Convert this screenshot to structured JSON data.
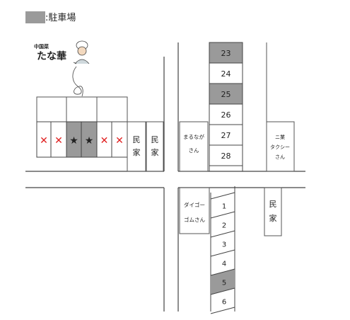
{
  "legend": {
    "label": ":駐車場",
    "swatch_color": "#9a9a9a"
  },
  "restaurant": {
    "subtitle": "中国菜",
    "name": "たな華"
  },
  "front_lot": {
    "left_marks": [
      "✕",
      "✕"
    ],
    "stars": [
      "★",
      "★"
    ],
    "right_marks": [
      "✕",
      "✕"
    ]
  },
  "minka_top_1": [
    "民",
    "家"
  ],
  "minka_top_2": [
    "民",
    "家"
  ],
  "minka_bottom": [
    "民",
    "家"
  ],
  "marunaga": [
    "まるなが",
    "さん"
  ],
  "nigyo_taxi": [
    "ニ業",
    "タクシー",
    "さん"
  ],
  "daigo": [
    "ダイゴー",
    "ゴムさん"
  ],
  "upper_lot": [
    "23",
    "24",
    "25",
    "26",
    "27",
    "28"
  ],
  "lower_lot": [
    "1",
    "2",
    "3",
    "4",
    "5",
    "6"
  ],
  "colors": {
    "parking": "#9a9a9a",
    "line": "#444444",
    "x_mark": "#e02020"
  }
}
